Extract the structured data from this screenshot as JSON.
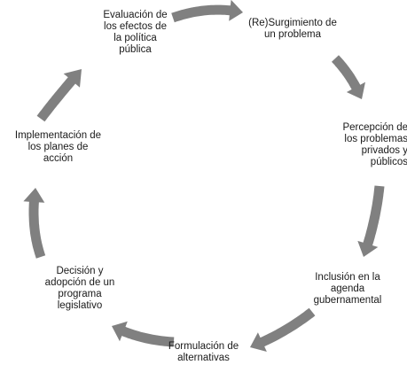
{
  "stages": [
    {
      "lines": [
        "(Re)Surgimiento de",
        "un problema"
      ]
    },
    {
      "lines": [
        "Percepción de",
        "los problemas",
        "privados y",
        "públicos"
      ]
    },
    {
      "lines": [
        "Inclusión en la",
        "agenda",
        "gubernamental"
      ]
    },
    {
      "lines": [
        "Formulación de",
        "alternativas"
      ]
    },
    {
      "lines": [
        "Decisión y",
        "adopción de un",
        "programa",
        "legislativo"
      ]
    },
    {
      "lines": [
        "Implementación de",
        "los planes de",
        "acción"
      ]
    },
    {
      "lines": [
        "Evaluación de",
        "los efectos de",
        "la política",
        "pública"
      ]
    }
  ],
  "colors": {
    "arrow": "#808080",
    "text": "#1a1a1a",
    "background": "#ffffff"
  }
}
